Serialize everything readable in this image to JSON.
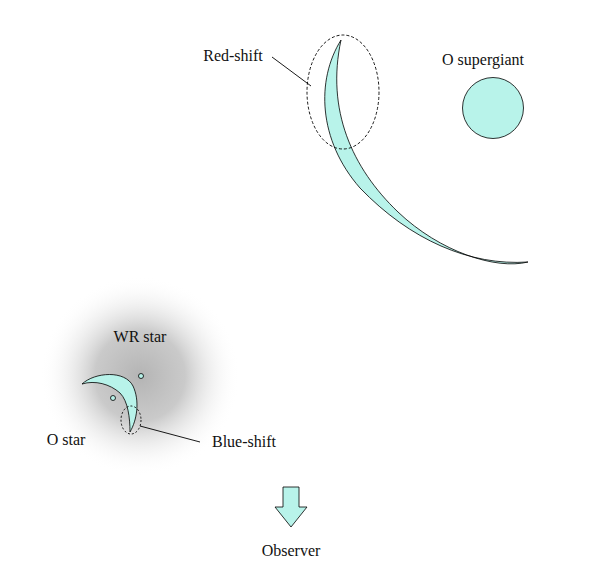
{
  "diagram": {
    "nodes": [
      {
        "text": [
          "O supergiant"
        ]
      },
      {
        "text": [
          "WR star"
        ]
      },
      {
        "text": [
          "O star"
        ]
      },
      {
        "text": [
          "Observer"
        ]
      }
    ],
    "labels": [
      "Red-shift",
      "Blue-shift"
    ]
  }
}
